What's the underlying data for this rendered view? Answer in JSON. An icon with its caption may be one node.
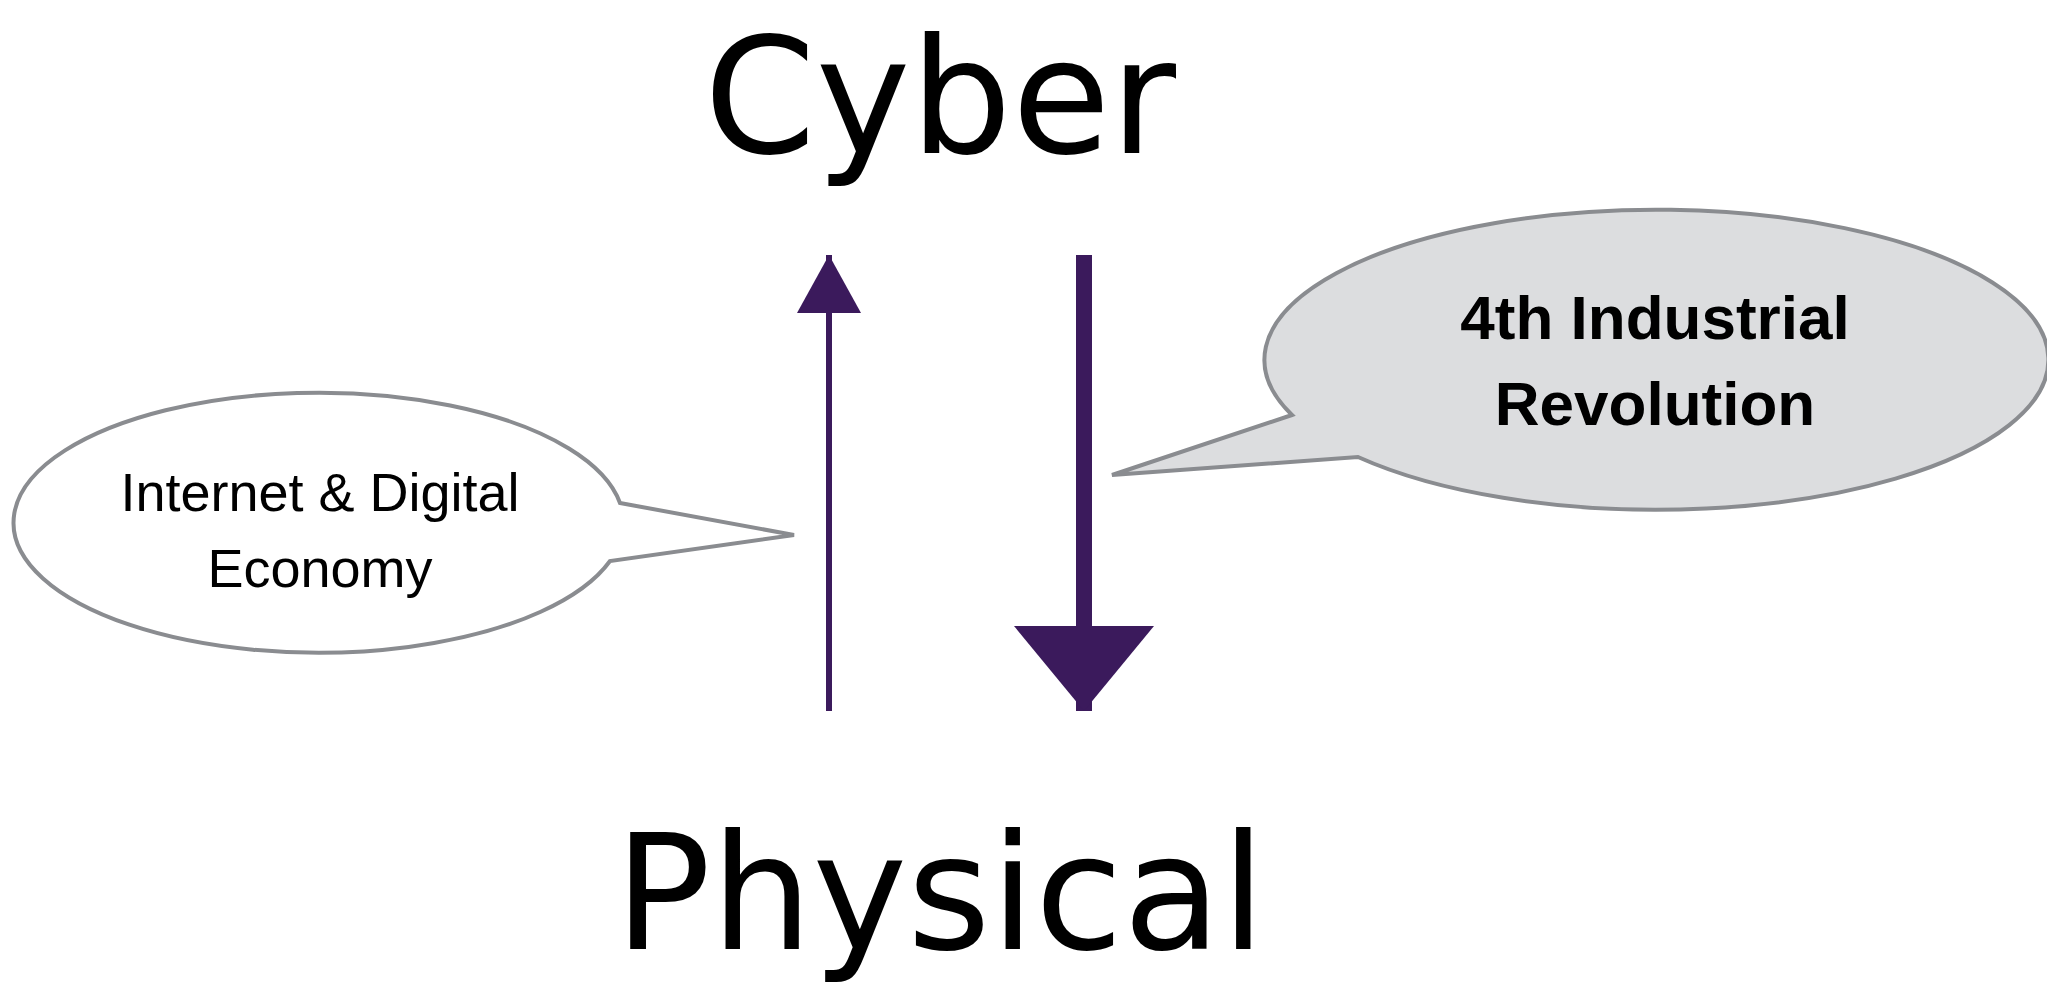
{
  "diagram": {
    "nodes": [
      {
        "text": [
          "Cyber"
        ]
      },
      {
        "text": [
          "Physical"
        ]
      },
      {
        "text": [
          "Internet & Digital Economy"
        ]
      },
      {
        "text": [
          "4th Industrial Revolution"
        ]
      }
    ],
    "edges": [
      {
        "from": 1,
        "to": 0,
        "arrow": "to"
      },
      {
        "from": 0,
        "to": 1,
        "arrow": "to",
        "style": "thick"
      }
    ]
  }
}
